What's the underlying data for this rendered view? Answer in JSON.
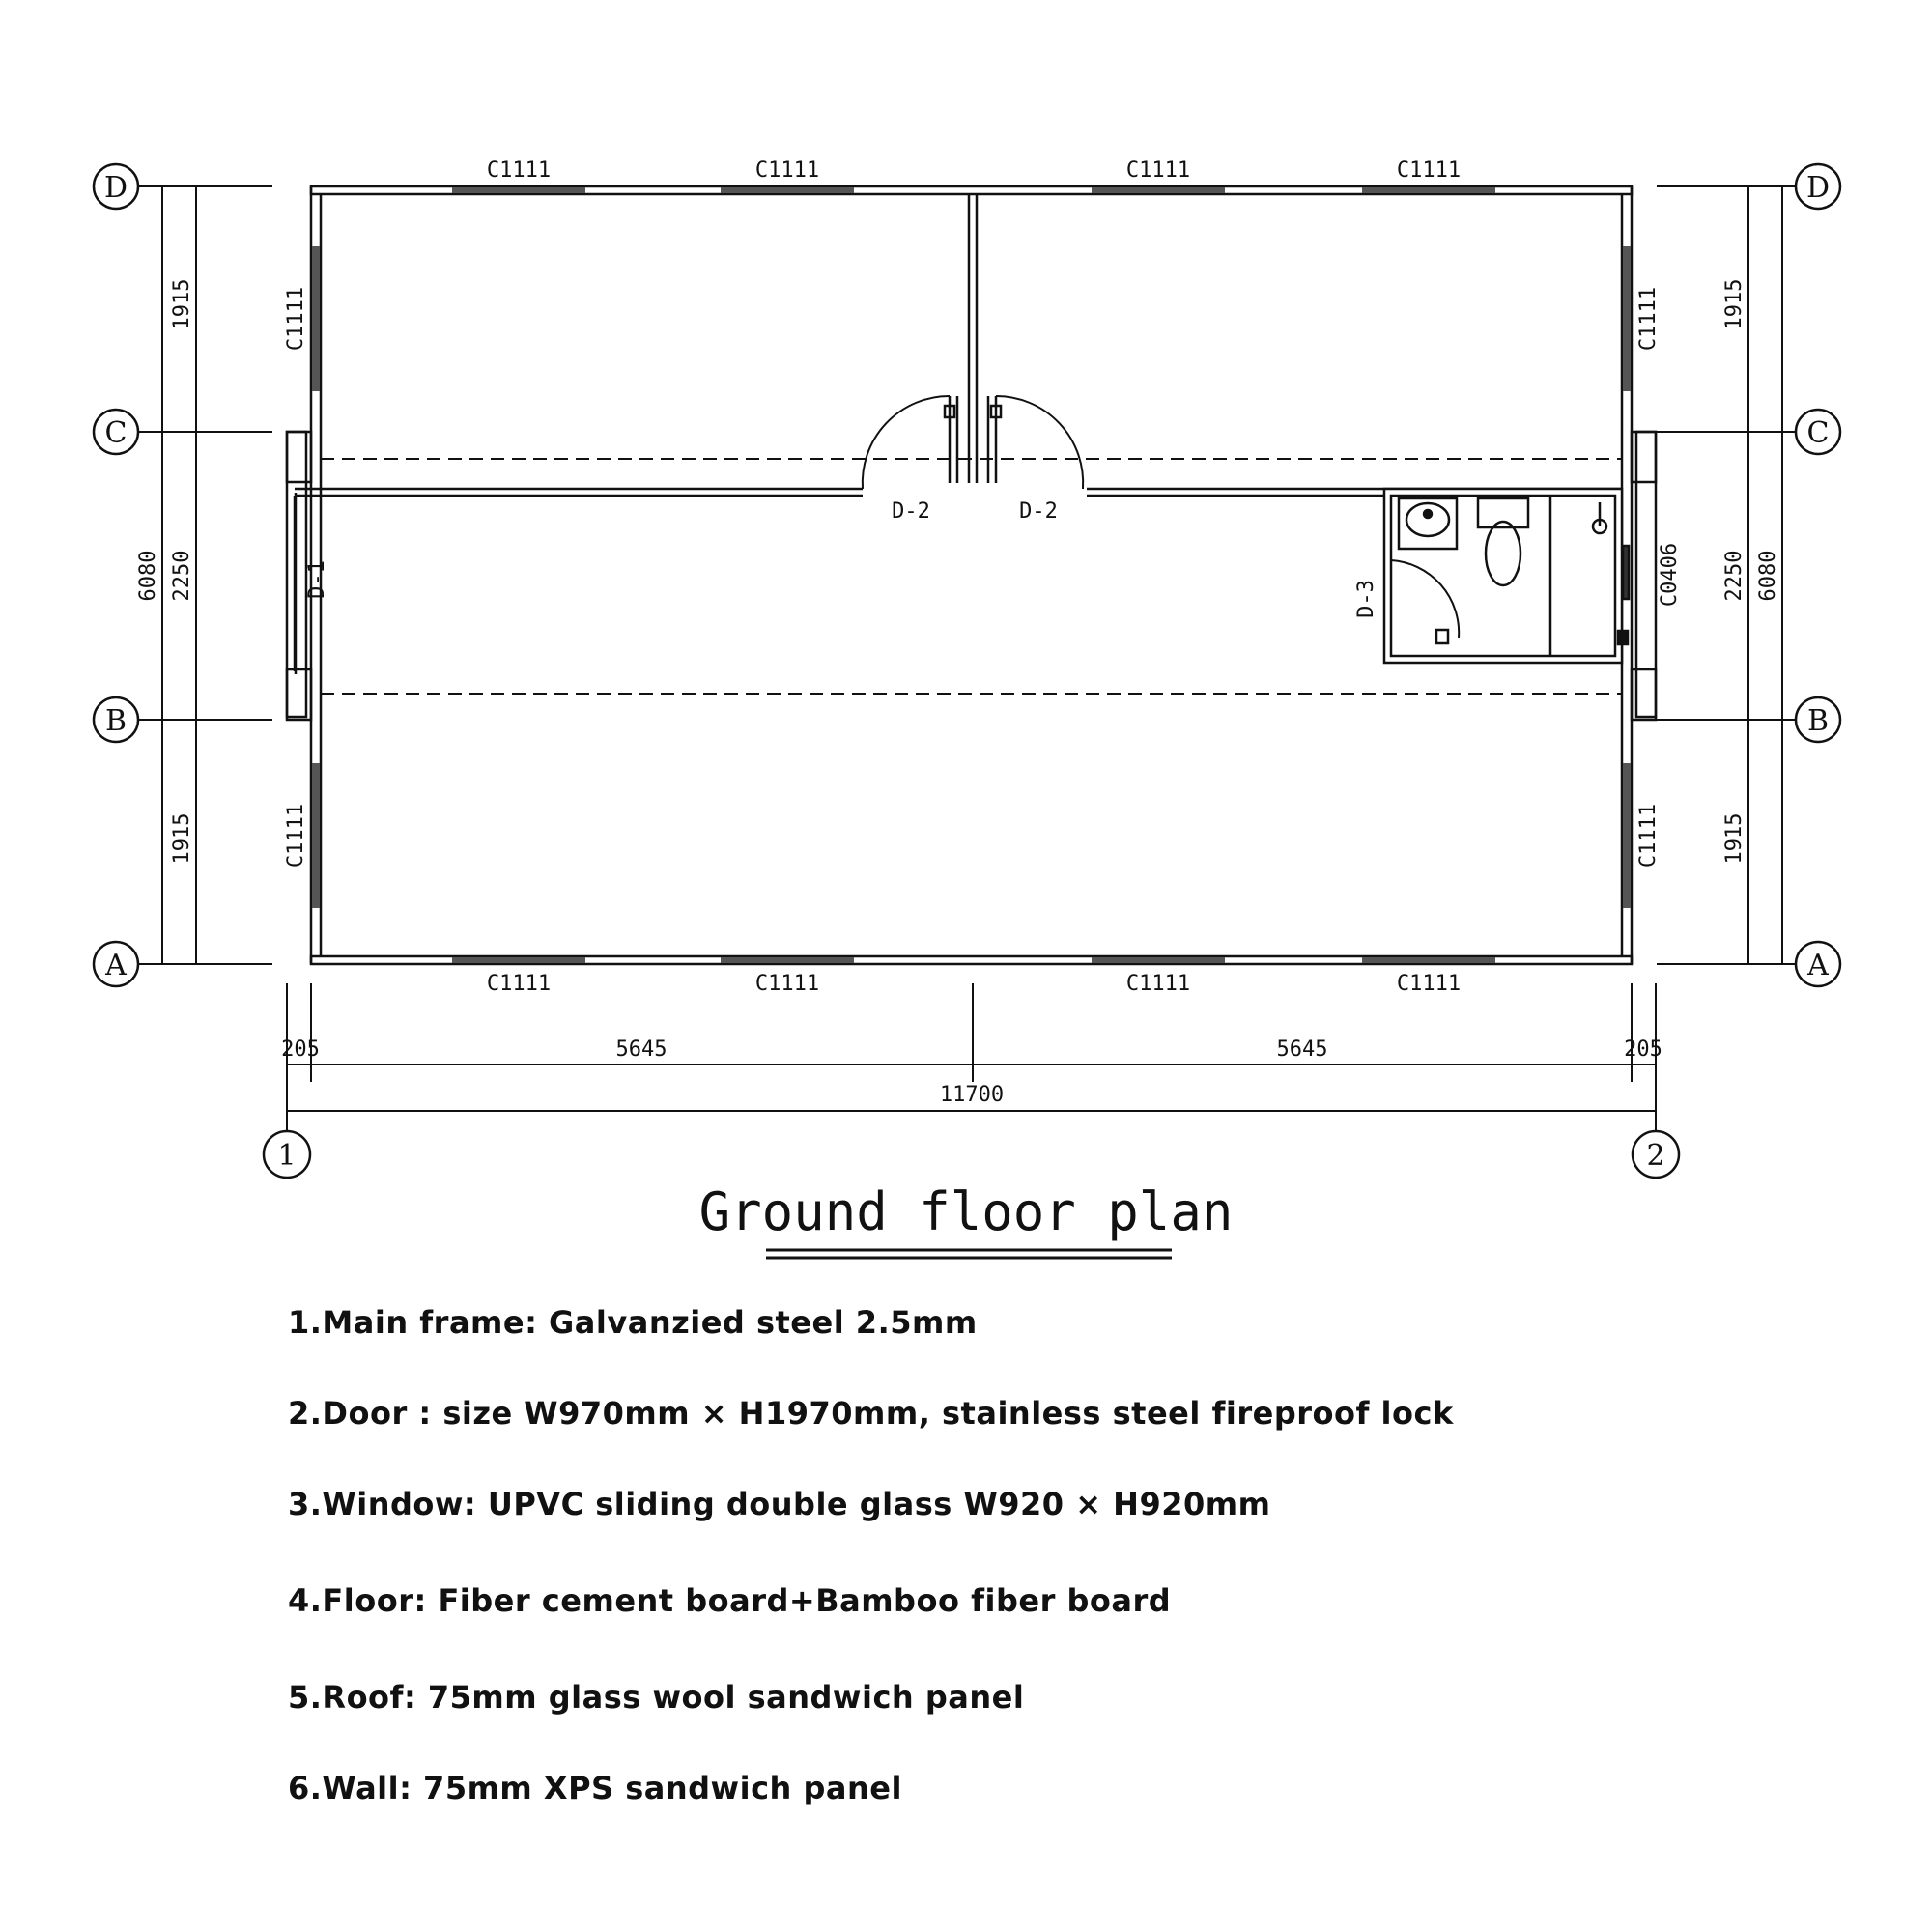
{
  "title": "Ground floor plan",
  "grid_axes": {
    "rows": [
      "D",
      "C",
      "B",
      "A"
    ],
    "columns": [
      "1",
      "2"
    ]
  },
  "dimensions": {
    "vertical_segments": [
      "1915",
      "2250",
      "1915"
    ],
    "vertical_total": "6080",
    "horizontal_segments": [
      "205",
      "5645",
      "5645",
      "205"
    ],
    "horizontal_total": "11700"
  },
  "labels": {
    "window": "C1111",
    "bath_window": "C0406",
    "entry_door": "D-1",
    "room_door": "D-2",
    "bath_door": "D-3"
  },
  "notes": [
    "1.Main frame: Galvanzied steel 2.5mm",
    "2.Door : size W970mm × H1970mm, stainless steel fireproof lock",
    "3.Window: UPVC sliding double glass W920 × H920mm",
    "4.Floor: Fiber cement board+Bamboo fiber board",
    "5.Roof: 75mm glass wool sandwich panel",
    "6.Wall: 75mm XPS sandwich panel"
  ],
  "colors": {
    "line": "#111111",
    "window_fill": "#555555",
    "background": "#ffffff"
  }
}
